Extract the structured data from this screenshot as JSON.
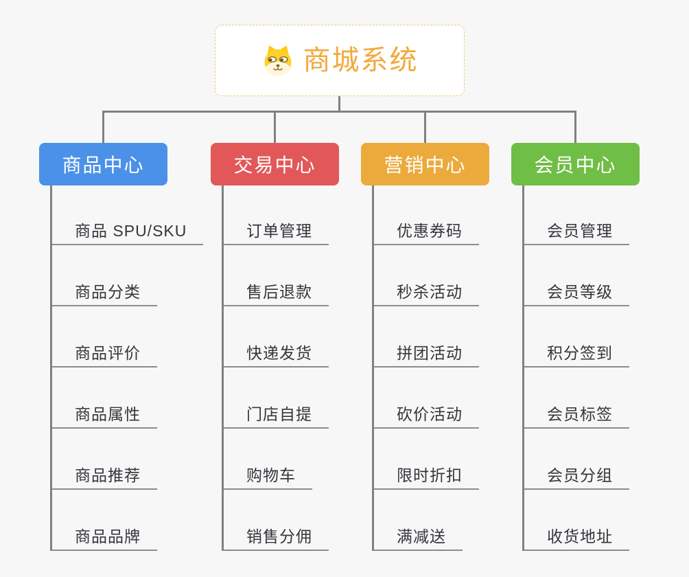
{
  "root": {
    "title": "商城系统",
    "icon": "dog-face-icon",
    "accent_color": "#f2a93c",
    "border_color": "#efc67e"
  },
  "branches": [
    {
      "label": "商品中心",
      "color": "#4b91e8",
      "items": [
        "商品 SPU/SKU",
        "商品分类",
        "商品评价",
        "商品属性",
        "商品推荐",
        "商品品牌"
      ]
    },
    {
      "label": "交易中心",
      "color": "#e25859",
      "items": [
        "订单管理",
        "售后退款",
        "快递发货",
        "门店自提",
        "购物车",
        "销售分佣"
      ]
    },
    {
      "label": "营销中心",
      "color": "#ebaa3b",
      "items": [
        "优惠券码",
        "秒杀活动",
        "拼团活动",
        "砍价活动",
        "限时折扣",
        "满减送"
      ]
    },
    {
      "label": "会员中心",
      "color": "#6fbe45",
      "items": [
        "会员管理",
        "会员等级",
        "积分签到",
        "会员标签",
        "会员分组",
        "收货地址"
      ]
    }
  ],
  "connector_color": "#808080",
  "background_color": "#f7f7f7"
}
